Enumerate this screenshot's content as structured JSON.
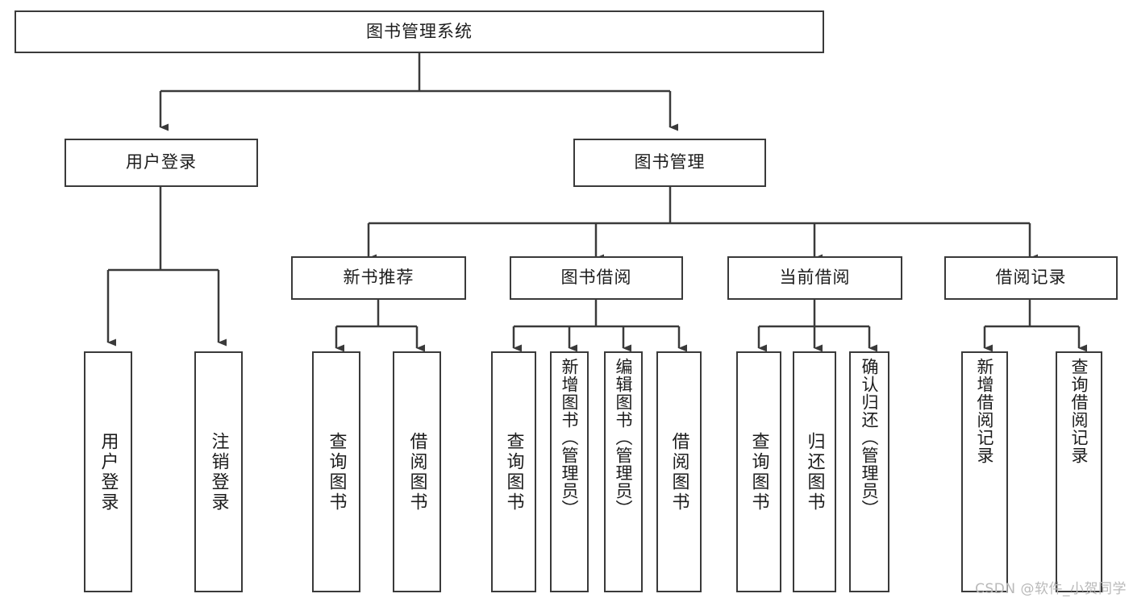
{
  "diagram": {
    "title": "图书管理系统",
    "type": "tree-hierarchy",
    "root": {
      "id": "root",
      "label": "图书管理系统"
    },
    "level2": [
      {
        "id": "user-login",
        "label": "用户登录"
      },
      {
        "id": "book-manage",
        "label": "图书管理"
      }
    ],
    "level3": [
      {
        "id": "new-book-recommend",
        "label": "新书推荐",
        "parent": "book-manage"
      },
      {
        "id": "book-borrow",
        "label": "图书借阅",
        "parent": "book-manage"
      },
      {
        "id": "current-borrow",
        "label": "当前借阅",
        "parent": "book-manage"
      },
      {
        "id": "borrow-record",
        "label": "借阅记录",
        "parent": "book-manage"
      }
    ],
    "leaves": [
      {
        "id": "leaf-user-login",
        "label": "用户登录",
        "parent": "user-login"
      },
      {
        "id": "leaf-user-logout",
        "label": "注销登录",
        "parent": "user-login"
      },
      {
        "id": "leaf-query-book-1",
        "label": "查询图书",
        "parent": "new-book-recommend"
      },
      {
        "id": "leaf-borrow-book-1",
        "label": "借阅图书",
        "parent": "new-book-recommend"
      },
      {
        "id": "leaf-query-book-2",
        "label": "查询图书",
        "parent": "book-borrow"
      },
      {
        "id": "leaf-add-book",
        "label": "新增图书（管理员）",
        "parent": "book-borrow"
      },
      {
        "id": "leaf-edit-book",
        "label": "编辑图书（管理员）",
        "parent": "book-borrow"
      },
      {
        "id": "leaf-borrow-book-2",
        "label": "借阅图书",
        "parent": "book-borrow"
      },
      {
        "id": "leaf-query-book-3",
        "label": "查询图书",
        "parent": "current-borrow"
      },
      {
        "id": "leaf-return-book",
        "label": "归还图书",
        "parent": "current-borrow"
      },
      {
        "id": "leaf-confirm-return",
        "label": "确认归还（管理员）",
        "parent": "current-borrow"
      },
      {
        "id": "leaf-add-record",
        "label": "新增借阅记录",
        "parent": "borrow-record"
      },
      {
        "id": "leaf-query-record",
        "label": "查询借阅记录",
        "parent": "borrow-record"
      }
    ],
    "colors": {
      "box_border": "#3a3a3a",
      "box_fill": "#ffffff",
      "connector": "#3a3a3a",
      "text": "#1c1c1c",
      "watermark": "#b9b9b9"
    }
  },
  "watermark": {
    "text": "CSDN @软件_小贺同学"
  }
}
